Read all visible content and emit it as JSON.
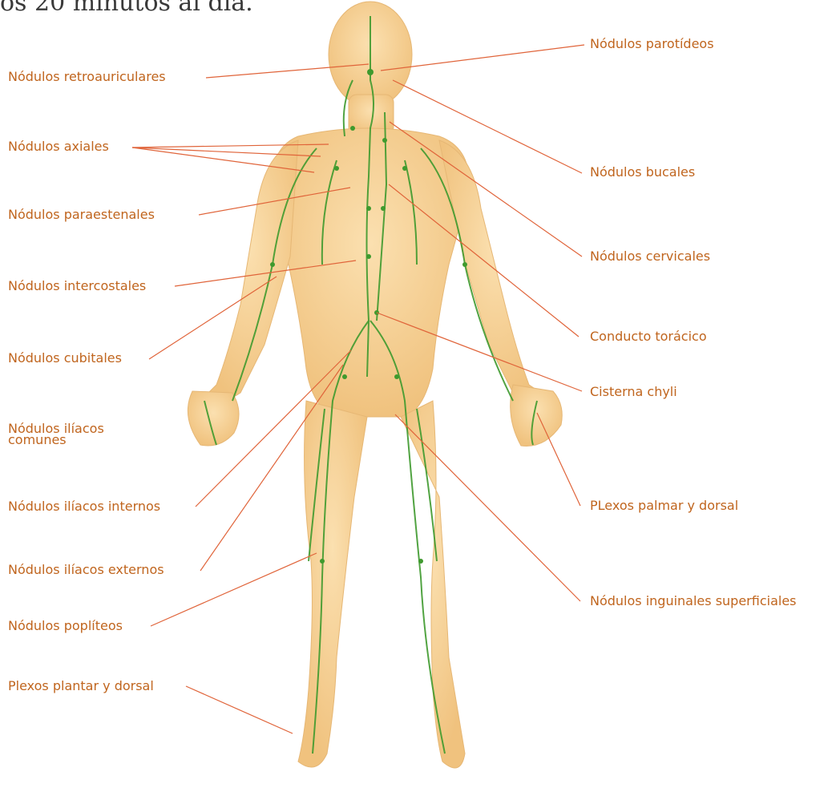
{
  "top_text": "os 20 minutos al día.",
  "labels": {
    "retroauriculares": "Nódulos retroauriculares",
    "axiales": "Nódulos axiales",
    "paraestenales": "Nódulos paraestenales",
    "intercostales": "Nódulos intercostales",
    "cubitales": "Nódulos cubitales",
    "iliacos_comunes": "Nódulos ilíacos comunes",
    "iliacos_internos": "Nódulos ilíacos internos",
    "iliacos_externos": "Nódulos ilíacos externos",
    "popliteos": "Nódulos poplíteos",
    "plexos_plantar": "Plexos plantar y dorsal",
    "parotideos": "Nódulos parotídeos",
    "bucales": "Nódulos bucales",
    "cervicales": "Nódulos cervicales",
    "conducto_toracico": "Conducto torácico",
    "cisterna_chyli": "Cisterna chyli",
    "plexos_palmar": "PLexos palmar y dorsal",
    "inguinales": "Nódulos inguinales superficiales"
  },
  "colors": {
    "label_text": "#c0651e",
    "leader_line": "#e0643a",
    "skin": "#f7d29a",
    "lymph": "#3f9a2e"
  }
}
